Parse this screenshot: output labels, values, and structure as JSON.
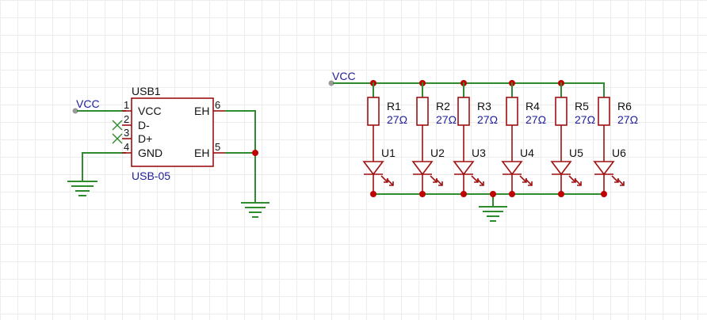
{
  "usb": {
    "designator": "USB1",
    "part": "USB-05",
    "net_label": "VCC",
    "pins_left": [
      {
        "num": "1",
        "name": "VCC"
      },
      {
        "num": "2",
        "name": "D-"
      },
      {
        "num": "3",
        "name": "D+"
      },
      {
        "num": "4",
        "name": "GND"
      }
    ],
    "pins_right": [
      {
        "num": "6",
        "name": "EH"
      },
      {
        "num": "5",
        "name": "EH"
      }
    ]
  },
  "led_array": {
    "net_label": "VCC",
    "resistors": [
      {
        "ref": "R1",
        "value": "27Ω"
      },
      {
        "ref": "R2",
        "value": "27Ω"
      },
      {
        "ref": "R3",
        "value": "27Ω"
      },
      {
        "ref": "R4",
        "value": "27Ω"
      },
      {
        "ref": "R5",
        "value": "27Ω"
      },
      {
        "ref": "R6",
        "value": "27Ω"
      }
    ],
    "leds": [
      "U1",
      "U2",
      "U3",
      "U4",
      "U5",
      "U6"
    ]
  },
  "colors": {
    "wire": "#2e8b2e",
    "component": "#a01010",
    "junction": "#c00000",
    "label_blue": "#1d1d9a"
  }
}
